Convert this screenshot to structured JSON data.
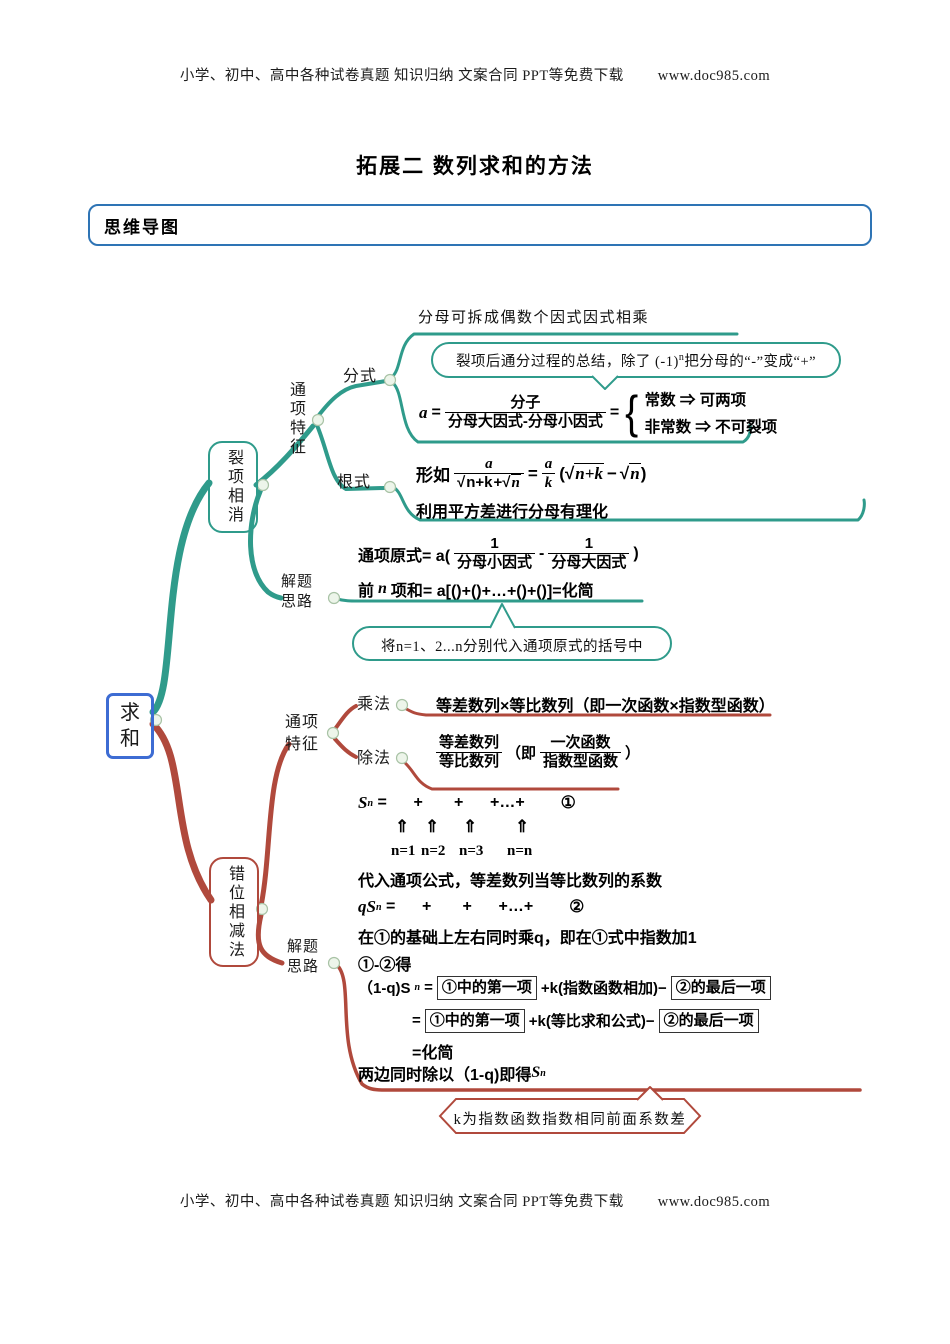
{
  "header": {
    "line": "小学、初中、高中各种试卷真题  知识归纳  文案合同  PPT等免费下载",
    "url": "www.doc985.com"
  },
  "title": "拓展二 数列求和的方法",
  "section_label": "思维导图",
  "colors": {
    "branch1_teal": "#2f9b8b",
    "branch2_red": "#b0493c",
    "root_border_blue": "#3d6cd3",
    "section_border_blue": "#2e74b5"
  },
  "mindmap": {
    "root_label": "求和",
    "branch1": {
      "node_label": "裂项相消",
      "feature_label": "通项特征",
      "fraction_label": "分式",
      "radical_label": "根式",
      "solve_label": "解题思路",
      "denominator_note": "分母可拆成偶数个因式因式相乘",
      "callout_split": {
        "pre": "裂项后通分过程的总结，除了  (-1)",
        "sup": "n",
        "post": "把分母的“-”变成“+”"
      },
      "formula_a": {
        "lhs": "a",
        "eq1": "=",
        "numerator": "分子",
        "denominator": "分母大因式-分母小因式",
        "eq2": "=",
        "brace": "{",
        "case_const": "常数 ⇒ 可两项",
        "case_nonconst": "非常数 ⇒ 不可裂项"
      },
      "formula_radical": {
        "prefix": "形如",
        "num": "a",
        "sqrt1": "√",
        "rad1": "n+k",
        "plus": "+",
        "sqrt2": "√",
        "rad2": "n",
        "eq": "=",
        "num2": "a",
        "den2": "k",
        "open": "(",
        "sqrt3": "√",
        "rad3": "n+k",
        "minus": "−",
        "sqrt4": "√",
        "rad4": "n",
        "close": ")"
      },
      "radical_note": "利用平方差进行分母有理化",
      "general_term": {
        "prefix": "通项原式= a(",
        "num1": "1",
        "den1": "分母小因式",
        "minus": "-",
        "num2": "1",
        "den2": "分母大因式",
        "close": ")"
      },
      "sum_line": {
        "pre": "前",
        "n": "n",
        "post": "项和= a[()+()+…+()+()]=化简"
      },
      "callout_substitute": "将n=1、2...n分别代入通项原式的括号中"
    },
    "branch2": {
      "node_label": "错位相减法",
      "feature_label": "通项特征",
      "multiply_label": "乘法",
      "divide_label": "除法",
      "solve_label": "解题思路",
      "multiply_rule": "等差数列×等比数列（即一次函数×指数型函数）",
      "divide_rule": {
        "num1": "等差数列",
        "den1": "等比数列",
        "mid": "（即",
        "num2": "一次函数",
        "den2": "指数型函数",
        "close": "）"
      },
      "steps": {
        "sn": {
          "s": "S",
          "sub": "n",
          "mid": " =      +       +      +…+",
          "tag": "①"
        },
        "arrows": [
          "⇑",
          "⇑",
          "⇑",
          "⇑"
        ],
        "ns": [
          "n=1",
          "n=2",
          "n=3",
          "n=n"
        ],
        "note_sub": "代入通项公式，等差数列当等比数列的系数",
        "qsn": {
          "s": "qS",
          "sub": "n",
          "mid": " =      +       +      +…+",
          "tag": "②"
        },
        "note_mul": "在①的基础上左右同时乘q，即在①式中指数加1",
        "note_minus": "①-②得",
        "line1": {
          "lhs": "（1-q)S",
          "sub": "n",
          "eq": "=",
          "box1": "①中的第一项",
          "mid": "+k(指数函数相加)−",
          "box2": "②的最后一项"
        },
        "line2": {
          "eq": "=",
          "box1": "①中的第一项",
          "mid": "+k(等比求和公式)−",
          "box2": "②的最后一项"
        },
        "line3": "=化简",
        "line4": {
          "text": "两边同时除以（1-q)即得",
          "s": "S",
          "sub": "n"
        }
      },
      "callout_k": "k为指数函数指数相同前面系数差"
    }
  }
}
